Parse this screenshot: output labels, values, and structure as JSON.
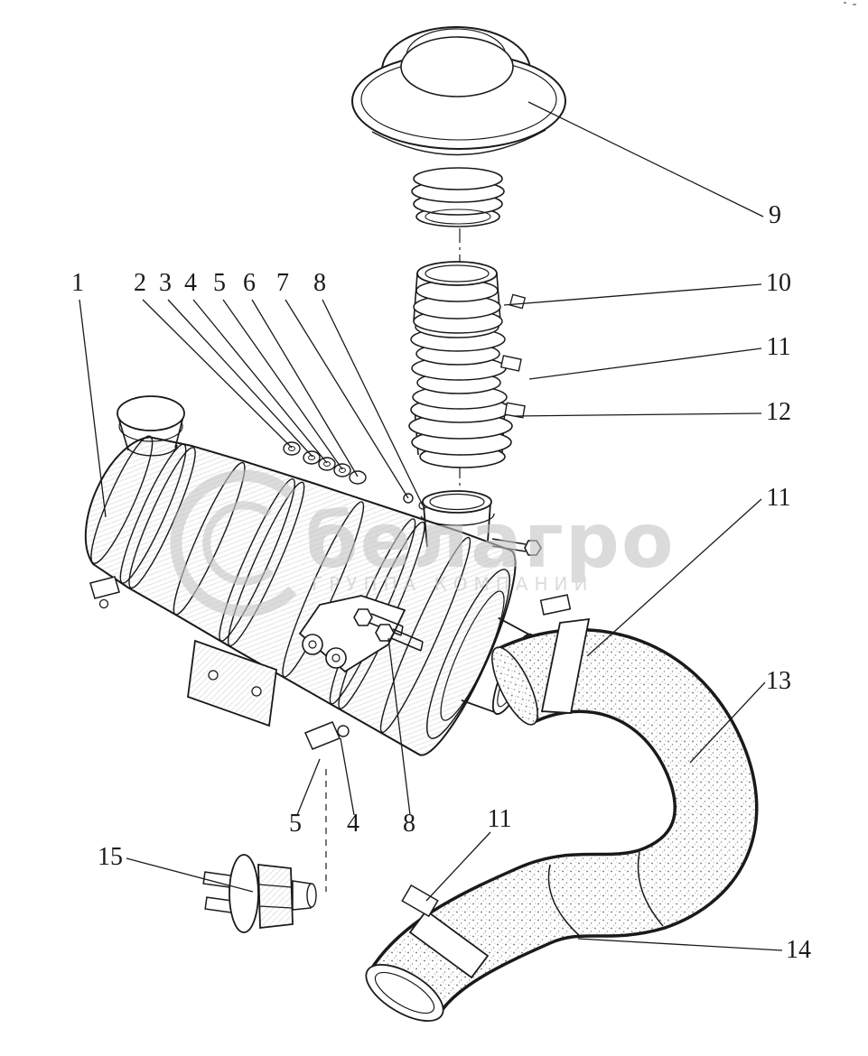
{
  "colors": {
    "ink": "#1a1a1a",
    "paper": "#ffffff",
    "watermark": "#c4c4c4"
  },
  "watermark": {
    "brand": "белагро",
    "subtitle": "ГРУППА КОМПАНИЙ"
  },
  "callouts": [
    {
      "text": "1"
    },
    {
      "text": "2"
    },
    {
      "text": "3"
    },
    {
      "text": "4"
    },
    {
      "text": "5"
    },
    {
      "text": "6"
    },
    {
      "text": "7"
    },
    {
      "text": "8"
    },
    {
      "text": "9"
    },
    {
      "text": "10"
    },
    {
      "text": "11"
    },
    {
      "text": "12"
    },
    {
      "text": "11"
    },
    {
      "text": "13"
    },
    {
      "text": "5"
    },
    {
      "text": "4"
    },
    {
      "text": "8"
    },
    {
      "text": "11"
    },
    {
      "text": "15"
    },
    {
      "text": "14"
    }
  ]
}
